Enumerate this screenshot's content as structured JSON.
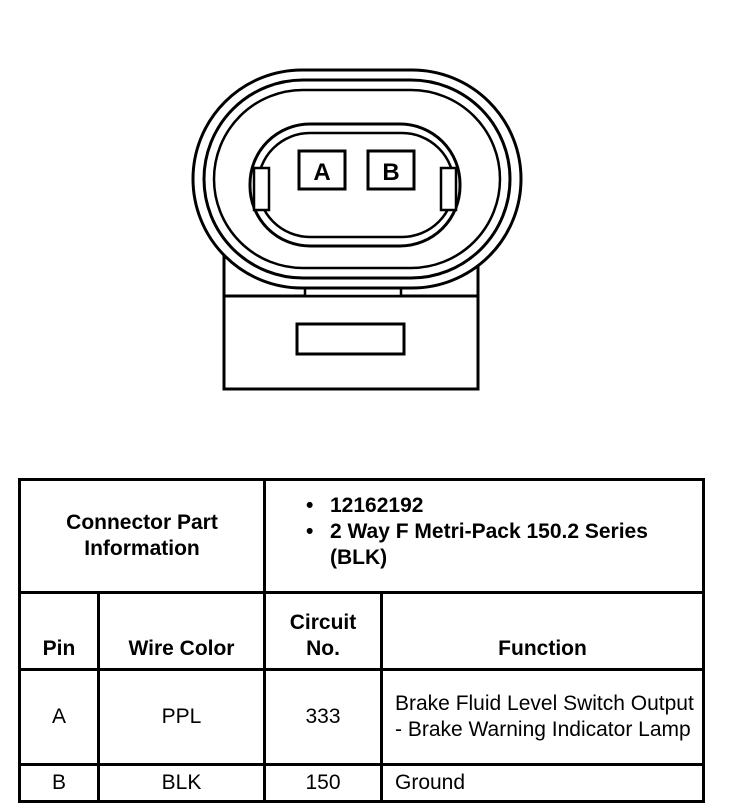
{
  "connector": {
    "pins": [
      "A",
      "B"
    ]
  },
  "table": {
    "part_info_label": "Connector Part Information",
    "part_info_items": [
      "12162192",
      "2 Way F Metri-Pack 150.2 Series (BLK)"
    ],
    "columns": [
      "Pin",
      "Wire Color",
      "Circuit No.",
      "Function"
    ],
    "rows": [
      {
        "pin": "A",
        "wire_color": "PPL",
        "circuit": "333",
        "function": "Brake Fluid Level Switch Output - Brake Warning Indicator Lamp"
      },
      {
        "pin": "B",
        "wire_color": "BLK",
        "circuit": "150",
        "function": "Ground"
      }
    ]
  }
}
